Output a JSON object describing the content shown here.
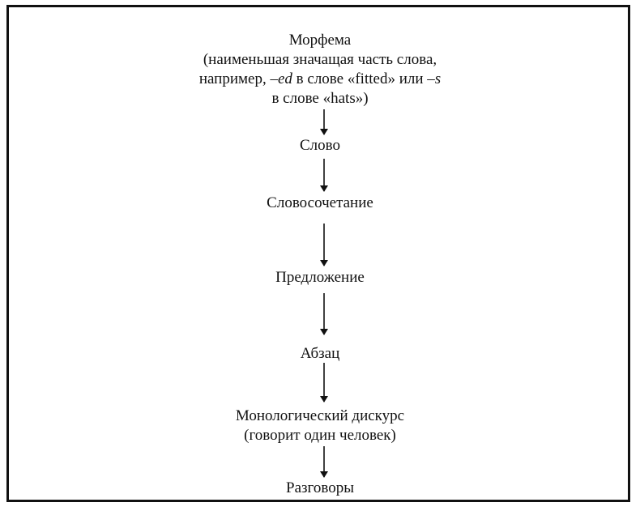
{
  "diagram": {
    "nodes": [
      {
        "id": "morpheme",
        "title": "Морфема",
        "note_line1": "(наименьшая значащая часть слова,",
        "note_line2_pre": "например, ",
        "note_line2_em1": "–ed",
        "note_line2_mid": " в слове «fitted» или ",
        "note_line2_em2": "–s",
        "note_line3": "в слове «hats»)"
      },
      {
        "id": "word",
        "title": "Слово"
      },
      {
        "id": "phrase",
        "title": "Словосочетание"
      },
      {
        "id": "sentence",
        "title": "Предложение"
      },
      {
        "id": "paragraph",
        "title": "Абзац"
      },
      {
        "id": "monologue",
        "title": "Монологический дискурс",
        "note": "(говорит один человек)"
      },
      {
        "id": "conversations",
        "title": "Разговоры"
      }
    ],
    "edges": [
      [
        "morpheme",
        "word"
      ],
      [
        "word",
        "phrase"
      ],
      [
        "phrase",
        "sentence"
      ],
      [
        "sentence",
        "paragraph"
      ],
      [
        "paragraph",
        "monologue"
      ],
      [
        "monologue",
        "conversations"
      ]
    ]
  }
}
